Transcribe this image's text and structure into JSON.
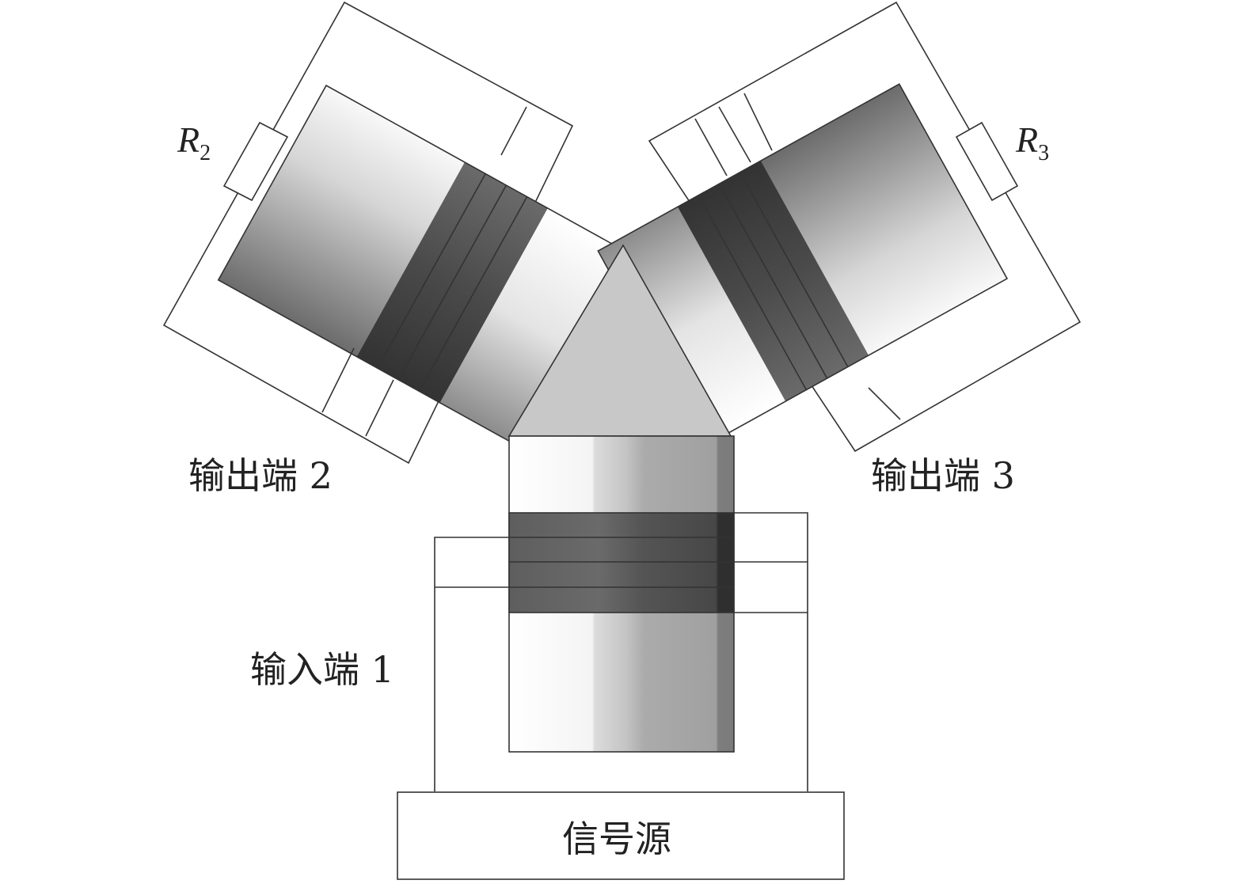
{
  "labels": {
    "output2": "输出端 2",
    "output3": "输出端 3",
    "input1": "输入端 1",
    "source": "信号源",
    "r2_letter": "R",
    "r2_sub": "2",
    "r3_letter": "R",
    "r3_sub": "3"
  },
  "colors": {
    "core_dark": "#3a3a3a",
    "core_light": "#ffffff",
    "junction": "#c8c8c8",
    "wire": "#333333"
  }
}
